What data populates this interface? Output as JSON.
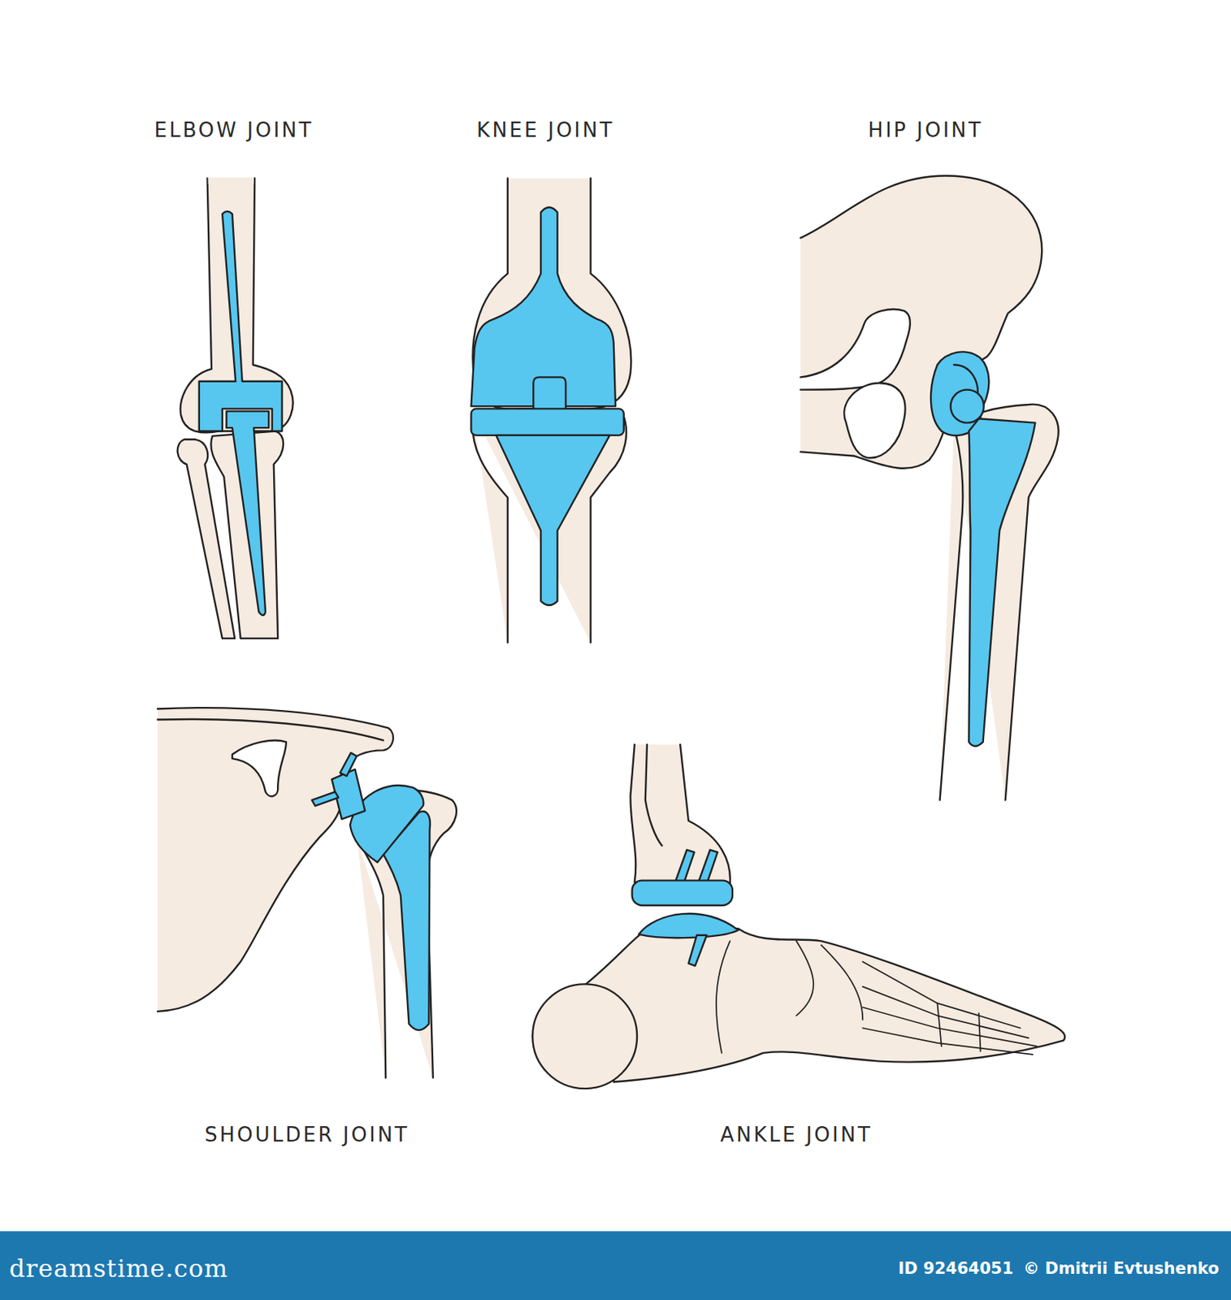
{
  "diagram": {
    "labels": [
      "ELBOW JOINT",
      "KNEE JOINT",
      "HIP JOINT",
      "SHOULDER JOINT",
      "ANKLE JOINT",
      "dreamstime.com",
      "ID 92464051",
      "© Dmitrii Evtushenko"
    ]
  }
}
